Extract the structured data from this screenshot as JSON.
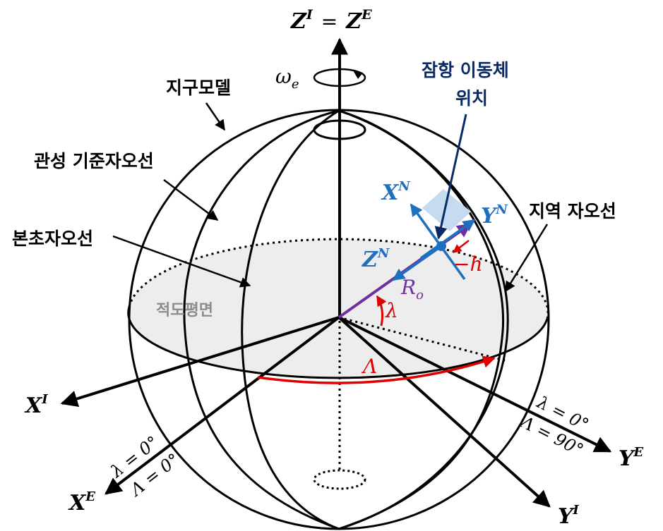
{
  "axes": {
    "z_label": "Z",
    "z_sup_i": "I",
    "z_eq": "=",
    "z_sup_e": "E",
    "xi_label": "X",
    "xi_sup": "I",
    "xe_label": "X",
    "xe_sup": "E",
    "yi_label": "Y",
    "yi_sup": "I",
    "ye_label": "Y",
    "ye_sup": "E"
  },
  "rotation": {
    "symbol": "ω",
    "sub": "e"
  },
  "labels": {
    "earth_model": "지구모델",
    "inertial_meridian": "관성 기준자오선",
    "prime_meridian": "본초자오선",
    "equatorial_plane": "적도평면",
    "local_meridian": "지역 자오선",
    "vehicle_line1": "잠항 이동체",
    "vehicle_line2": "위치"
  },
  "nav_frame": {
    "x_label": "X",
    "x_sup": "N",
    "y_label": "Y",
    "y_sup": "N",
    "z_label": "Z",
    "z_sup": "N",
    "h_label": "−h"
  },
  "vector": {
    "symbol": "R",
    "sub": "o"
  },
  "angles": {
    "latitude": "λ",
    "longitude": "Λ",
    "ye_lat": "λ = 0°",
    "ye_lon": "Λ = 90°",
    "xe_lat": "λ = 0°",
    "xe_lon": "Λ = 0°"
  },
  "colors": {
    "outline": "#000000",
    "nav_blue": "#1f6fc0",
    "label_navy": "#0a2a66",
    "vector_purple": "#7030a0",
    "angle_red": "#e00000",
    "plane_fill": "#ededed",
    "tile_fill": "#c7dbf0"
  }
}
